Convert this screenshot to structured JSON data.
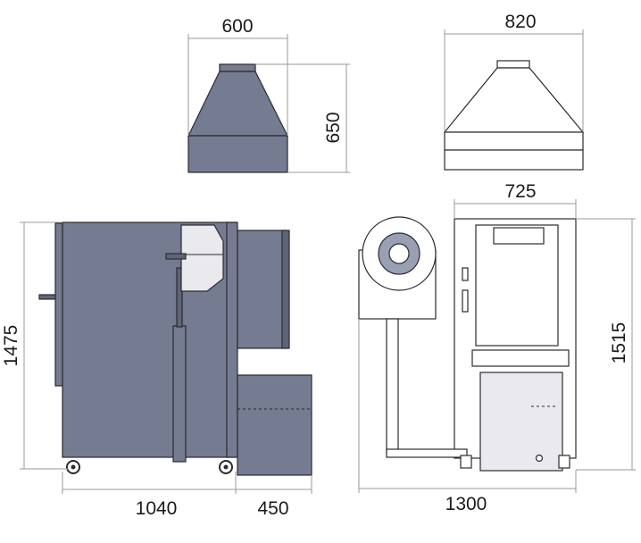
{
  "dimensions": {
    "hood_front_width": "600",
    "hood_side_width": "820",
    "hood_height": "650",
    "side_height": "1475",
    "side_length": "1040",
    "side_bin_length": "450",
    "front_width": "725",
    "front_height": "1515",
    "front_total_width": "1300"
  },
  "colors": {
    "body": "#757b90",
    "body_dark": "#5f6577",
    "outline": "#2b2b30",
    "dimension_line": "#9a9a9a"
  }
}
